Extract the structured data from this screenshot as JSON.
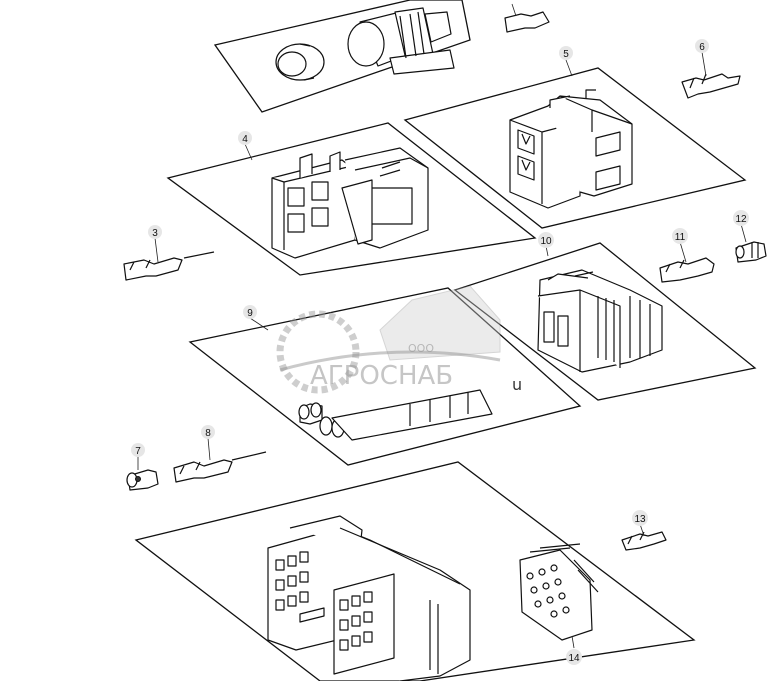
{
  "callouts": [
    "3",
    "4",
    "5",
    "6",
    "7",
    "8",
    "9",
    "10",
    "11",
    "12",
    "13",
    "14"
  ],
  "watermark": {
    "small": "ООО",
    "brand": "АГРОСНАБ",
    "suffix": "u"
  },
  "colors": {
    "line": "#111111",
    "bubble": "#e6e6e6",
    "watermark": "#8a8a8a"
  }
}
